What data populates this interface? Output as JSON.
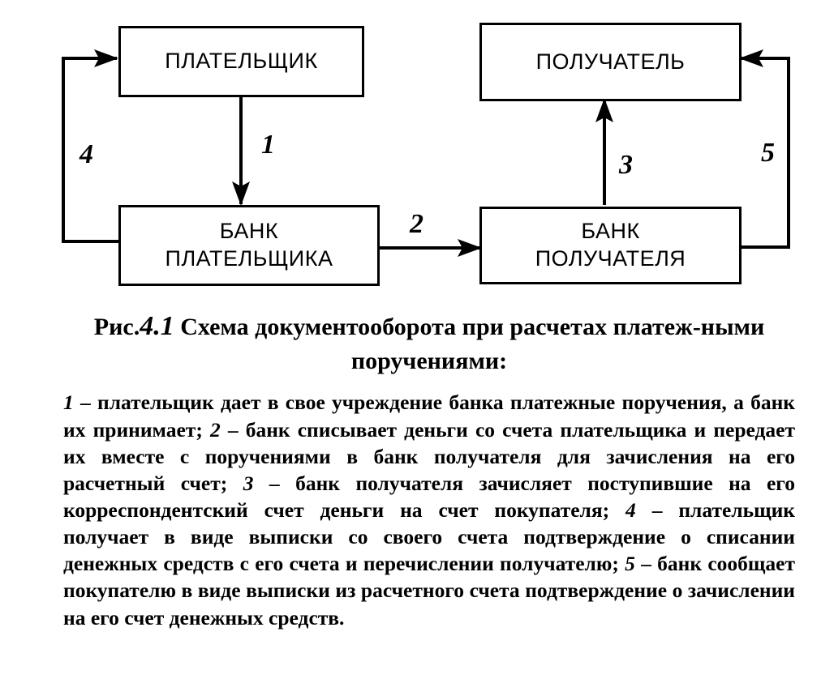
{
  "nodes": {
    "payer": "ПЛАТЕЛЬЩИК",
    "payer_bank_line1": "БАНК",
    "payer_bank_line2": "ПЛАТЕЛЬЩИКА",
    "recipient": "ПОЛУЧАТЕЛЬ",
    "recipient_bank_line1": "БАНК",
    "recipient_bank_line2": "ПОЛУЧАТЕЛЯ"
  },
  "edges": [
    "1",
    "2",
    "3",
    "4",
    "5"
  ],
  "caption": {
    "prefix": "Рис.",
    "number": "4.1",
    "title": "Схема документооборота при расчетах платеж-ными поручениями:"
  },
  "legend": [
    {
      "num": "1",
      "text": "– плательщик дает в свое учреждение банка платежные поручения, а банк их принимает;"
    },
    {
      "num": "2",
      "text": "– банк списывает деньги со счета плательщика и передает их вместе с поручениями в банк получателя для зачисления на его расчетный счет;"
    },
    {
      "num": "3",
      "text": "– банк получателя зачисляет поступившие на его корреспондентский счет деньги на счет покупателя;"
    },
    {
      "num": "4",
      "text": "– плательщик получает в виде выписки со своего счета подтверждение о списании денежных средств с его счета и перечислении получателю;"
    },
    {
      "num": "5",
      "text": "– банк сообщает покупателю в виде выписки из расчетного счета подтверждение о зачислении на его счет денежных средств."
    }
  ]
}
